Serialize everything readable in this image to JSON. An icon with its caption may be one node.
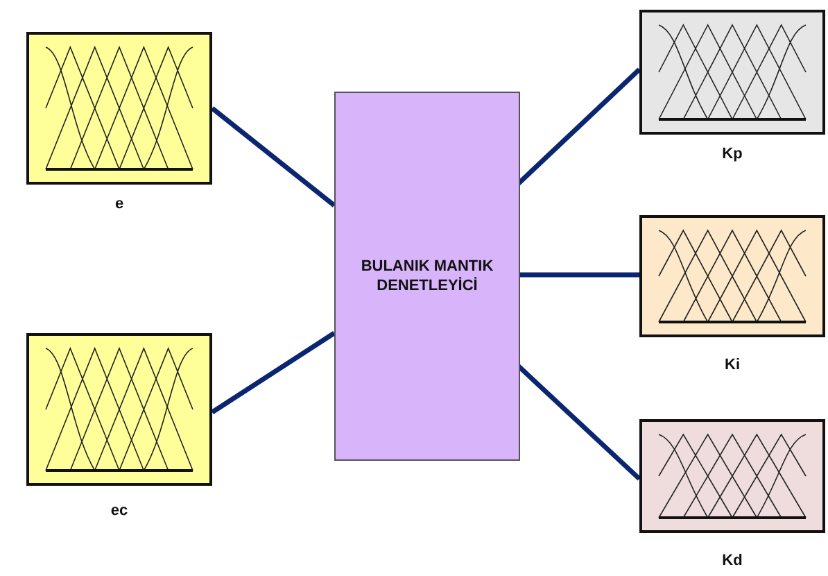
{
  "diagram": {
    "nodes": [
      {
        "text": [
          "e"
        ]
      },
      {
        "text": [
          "ec"
        ]
      },
      {
        "text": [
          "BULANIK MANTIK DENETLEYİCİ"
        ]
      },
      {
        "text": [
          "Kp"
        ]
      },
      {
        "text": [
          "Ki"
        ]
      },
      {
        "text": [
          "Kd"
        ]
      }
    ],
    "edges": [
      {
        "from": 0,
        "to": 2,
        "arrow": "none"
      },
      {
        "from": 1,
        "to": 2,
        "arrow": "none"
      },
      {
        "from": 2,
        "to": 3,
        "arrow": "none"
      },
      {
        "from": 2,
        "to": 4,
        "arrow": "none"
      },
      {
        "from": 2,
        "to": 5,
        "arrow": "none"
      }
    ]
  }
}
